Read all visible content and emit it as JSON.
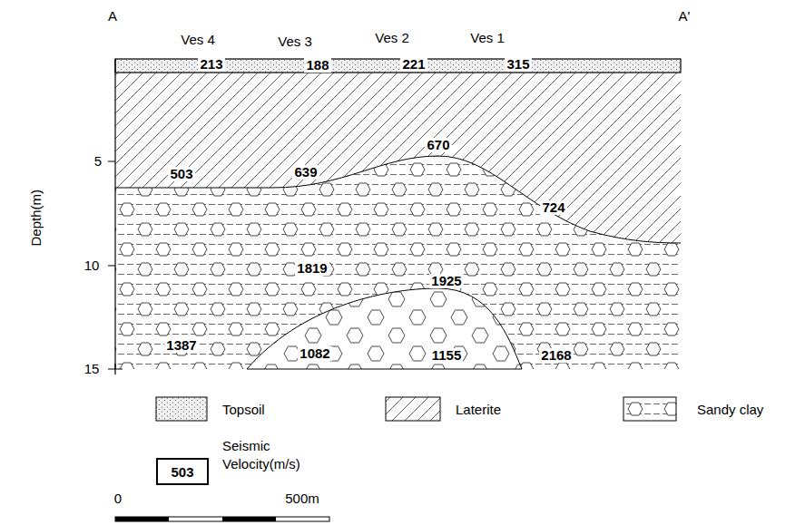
{
  "diagram": {
    "nodes": [
      {
        "text": [
          "503"
        ]
      }
    ],
    "labels": [
      "A",
      "A'",
      "Ves 4",
      "Ves 3",
      "Ves 2",
      "Ves 1",
      "213",
      "188",
      "221",
      "315",
      "503",
      "639",
      "670",
      "724",
      "1819",
      "1925",
      "1387",
      "1082",
      "1155",
      "2168",
      "Depth(m)",
      "5",
      "10",
      "15",
      "0",
      "500m"
    ],
    "legend": [
      {
        "text": "Topsoil"
      },
      {
        "text": "Laterite"
      },
      {
        "text": "Sandy clay"
      },
      {
        "text": "Seismic Velocity(m/s)"
      }
    ]
  }
}
